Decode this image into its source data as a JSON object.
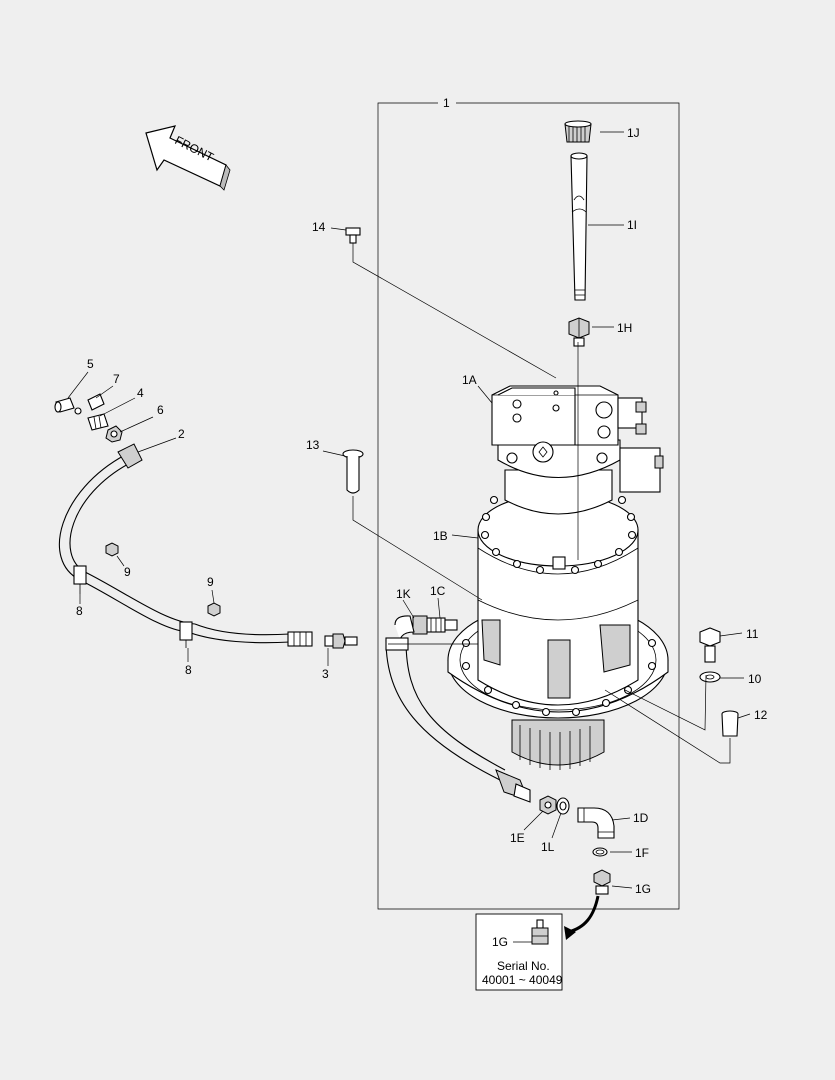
{
  "front_arrow": {
    "text": "FRONT"
  },
  "callouts": {
    "c1": "1",
    "c1J": "1J",
    "c1I": "1I",
    "c1H": "1H",
    "c1A": "1A",
    "c1B": "1B",
    "c1K": "1K",
    "c1C": "1C",
    "c1D": "1D",
    "c1E": "1E",
    "c1L": "1L",
    "c1F": "1F",
    "c1G": "1G",
    "c2": "2",
    "c3": "3",
    "c4": "4",
    "c5": "5",
    "c6": "6",
    "c7": "7",
    "c8a": "8",
    "c8b": "8",
    "c9a": "9",
    "c9b": "9",
    "c10": "10",
    "c11": "11",
    "c12": "12",
    "c13": "13",
    "c14": "14"
  },
  "inset": {
    "part_label": "1G",
    "serial_title": "Serial No.",
    "serial_range": "40001 ~ 40049"
  }
}
